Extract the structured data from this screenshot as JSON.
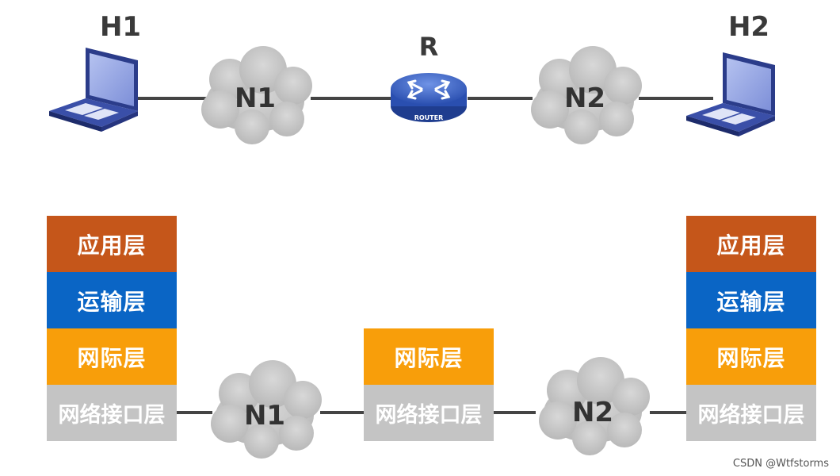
{
  "top": {
    "host_left": "H1",
    "host_right": "H2",
    "router": "R",
    "router_caption": "ROUTER",
    "net_left": "N1",
    "net_right": "N2"
  },
  "bottom": {
    "left_stack": [
      "应用层",
      "运输层",
      "网际层",
      "网络接口层"
    ],
    "router_stack": [
      "网际层",
      "网络接口层"
    ],
    "right_stack": [
      "应用层",
      "运输层",
      "网际层",
      "网络接口层"
    ],
    "net_left": "N1",
    "net_right": "N2"
  },
  "colors": {
    "application": "#c5561a",
    "transport": "#0a65c5",
    "internet": "#f89e0a",
    "link": "#c4c4c4"
  },
  "watermark": "CSDN @Wtfstorms"
}
